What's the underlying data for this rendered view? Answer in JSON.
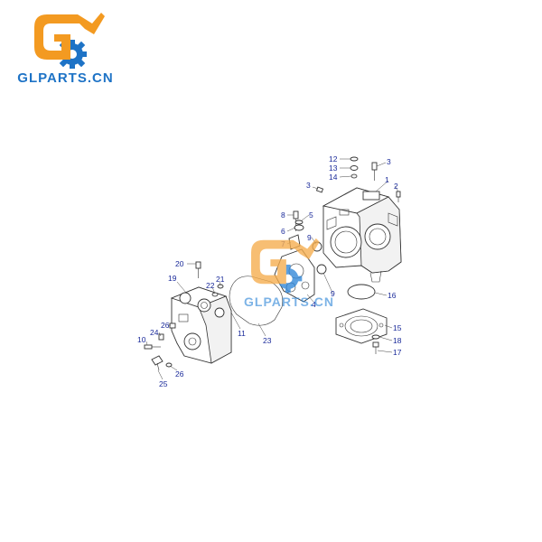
{
  "brand": {
    "name": "GLPARTS.CN",
    "watermark_text": "GLPARTS.CN",
    "colors": {
      "logo_orange": "#f39a21",
      "logo_blue": "#1e73c6",
      "callout_blue": "#1a2a9a"
    }
  },
  "callouts": [
    {
      "id": "c12",
      "label": "12"
    },
    {
      "id": "c13",
      "label": "13"
    },
    {
      "id": "c14",
      "label": "14"
    },
    {
      "id": "c3a",
      "label": "3"
    },
    {
      "id": "c3b",
      "label": "3"
    },
    {
      "id": "c1",
      "label": "1"
    },
    {
      "id": "c2",
      "label": "2"
    },
    {
      "id": "c8",
      "label": "8"
    },
    {
      "id": "c5",
      "label": "5"
    },
    {
      "id": "c6",
      "label": "6"
    },
    {
      "id": "c7",
      "label": "7"
    },
    {
      "id": "c9a",
      "label": "9"
    },
    {
      "id": "c9b",
      "label": "9"
    },
    {
      "id": "c4",
      "label": "4"
    },
    {
      "id": "c16",
      "label": "16"
    },
    {
      "id": "c15",
      "label": "15"
    },
    {
      "id": "c18",
      "label": "18"
    },
    {
      "id": "c17",
      "label": "17"
    },
    {
      "id": "c20",
      "label": "20"
    },
    {
      "id": "c21",
      "label": "21"
    },
    {
      "id": "c22",
      "label": "22"
    },
    {
      "id": "c19",
      "label": "19"
    },
    {
      "id": "c11",
      "label": "11"
    },
    {
      "id": "c23",
      "label": "23"
    },
    {
      "id": "c26a",
      "label": "26"
    },
    {
      "id": "c24",
      "label": "24"
    },
    {
      "id": "c10",
      "label": "10"
    },
    {
      "id": "c26b",
      "label": "26"
    },
    {
      "id": "c25",
      "label": "25"
    }
  ]
}
